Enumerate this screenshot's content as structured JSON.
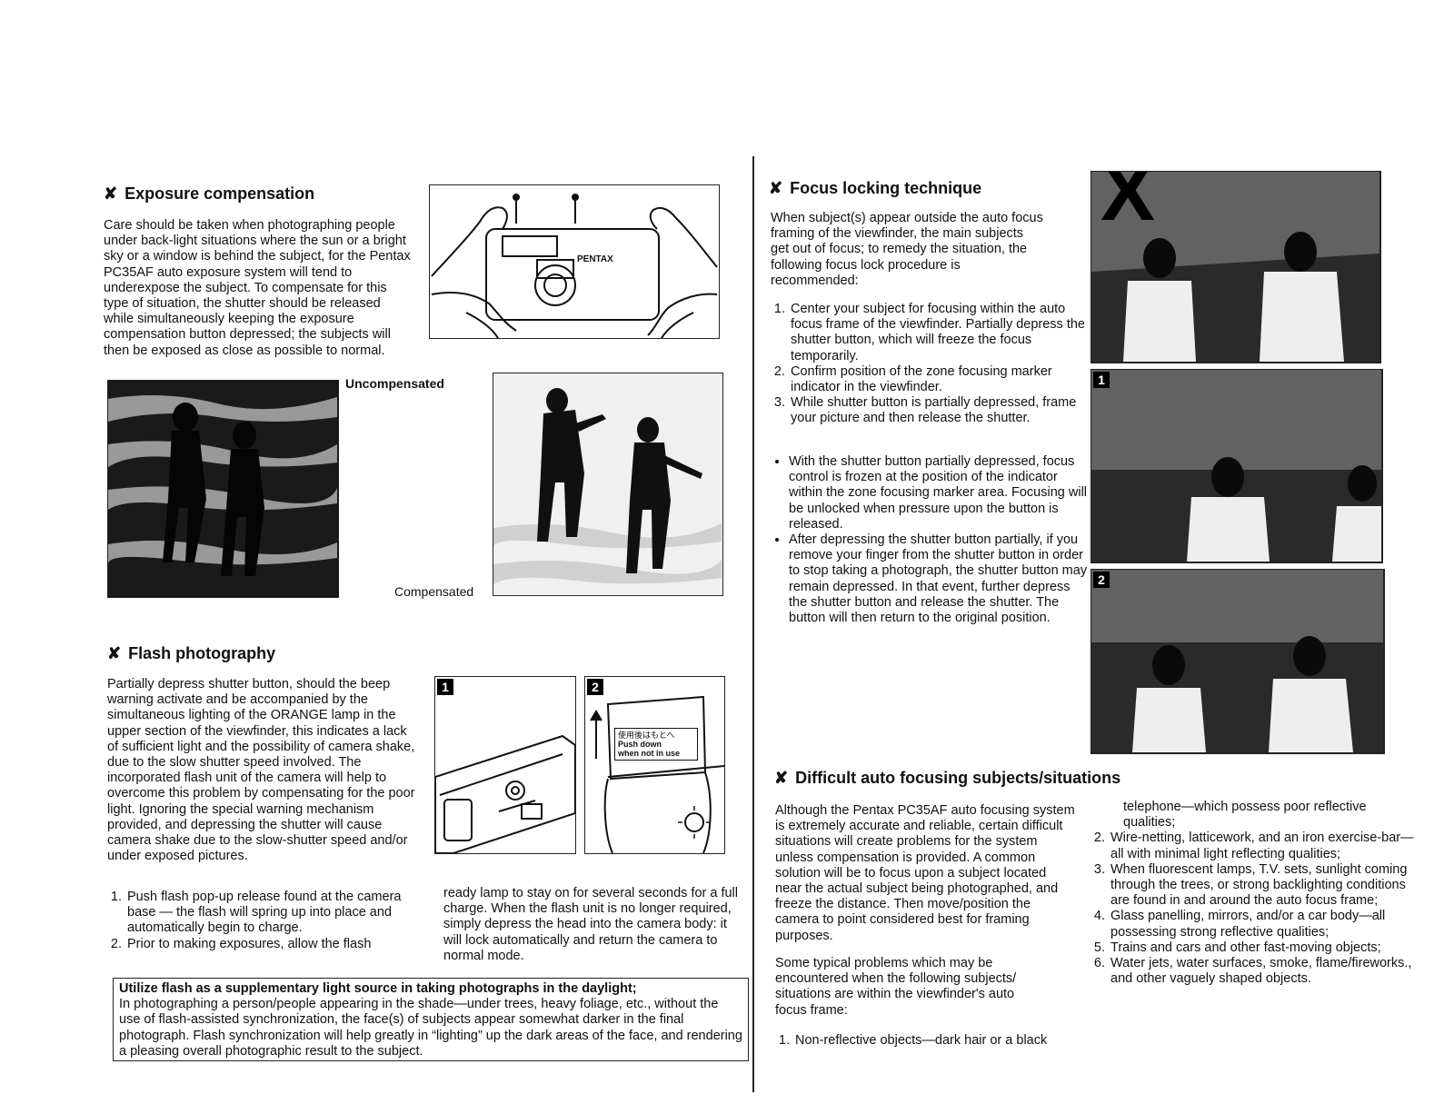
{
  "left": {
    "exposure": {
      "title": "Exposure compensation",
      "body": "Care should be taken when photographing people under back-light situations where the sun or a bright sky or a window is behind the subject, for the Pentax PC35AF auto exposure system will tend to underexpose the subject. To compensate for this type of situation, the shutter should be released while simultaneously keeping the exposure compensation button depressed; the subjects will then be exposed as close as possible to normal.",
      "label_uncompensated": "Uncompensated",
      "label_compensated": "Compensated",
      "camera_brand": "PENTAX"
    },
    "flash": {
      "title": "Flash photography",
      "body": "Partially depress shutter button, should the beep warning activate and be accompanied by the simultaneous lighting of the ORANGE lamp in the upper section of the viewfinder, this indicates a lack of sufficient light and the possibility of camera shake, due to the slow shutter speed involved. The incorporated flash unit of the camera will help to overcome this problem by compensating for the poor light. Ignoring the special warning mechanism provided, and depressing the shutter will cause camera shake due to the slow-shutter speed and/or under exposed pictures.",
      "steps_col1": [
        "Push flash pop-up release found at the camera base — the flash will spring up into place and automatically begin to charge.",
        "Prior to making exposures, allow the flash"
      ],
      "steps_col2": "ready lamp to stay on for several seconds for a full charge. When the flash unit is no longer required, simply depress the head into the camera body: it will lock automatically and return the camera to normal mode.",
      "fig_badge_1": "1",
      "fig_badge_2": "2",
      "fig2_label_jp": "使用後はもとへ",
      "fig2_label_line1": "Push down",
      "fig2_label_line2": "when not in use"
    },
    "tip": {
      "bold": "Utilize flash as a supplementary light source in taking photographs in the daylight;",
      "body": "In photographing a person/people appearing in the shade—under trees, heavy foliage, etc., without the use of flash-assisted synchronization, the face(s) of subjects appear somewhat darker in the final photograph. Flash synchronization will help greatly in “lighting” up the dark areas of the face, and rendering a pleasing overall photographic result to the subject."
    }
  },
  "right": {
    "focus_lock": {
      "title": "Focus locking technique",
      "intro": "When subject(s) appear outside the auto focus framing of the viewfinder, the main subjects get out of focus; to remedy the situation, the following focus lock procedure is recommended:",
      "steps": [
        "Center your subject for focusing within the auto focus frame of the viewfinder. Partially depress the shutter button, which will freeze the focus temporarily.",
        "Confirm position of the zone focusing marker indicator in the viewfinder.",
        "While shutter button is partially depressed, frame your picture and then release the shutter."
      ],
      "bullets": [
        "With the shutter button partially depressed, focus control is frozen at the position of the indicator within the zone focusing marker area. Focusing will be unlocked when pressure upon the button is released.",
        "After depressing the shutter button partially, if you remove your finger from the shutter button in order to stop taking a photograph, the shutter button may remain depressed. In that event, further depress the shutter button and release the shutter. The button will then return to the original position."
      ],
      "photo_mark_x": "X",
      "photo_badge_1": "1",
      "photo_badge_2": "2"
    },
    "difficult": {
      "title": "Difficult auto focusing subjects/situations",
      "para1": "Although the Pentax PC35AF auto focusing system is extremely accurate and reliable, certain difficult situations will create problems for the system unless compensation is provided. A common solution will be to focus upon a subject located near the actual subject being photographed, and freeze the distance. Then move/position the camera to point considered best for framing purposes.",
      "para2": "Some typical problems which may be encountered when the following subjects/ situations are within the viewfinder's auto focus frame:",
      "item1_start": "Non-reflective objects—dark hair or a black",
      "item1_cont": "telephone—which possess poor reflective qualities;",
      "items_rest": [
        "Wire-netting, latticework, and an iron exercise-bar—all with minimal light reflecting qualities;",
        "When fluorescent lamps, T.V. sets, sunlight coming through the trees, or strong backlighting conditions are found in and around the auto focus frame;",
        "Glass panelling, mirrors, and/or a car body—all possessing strong reflective qualities;",
        "Trains and cars and other fast-moving objects;",
        "Water jets, water surfaces, smoke, flame/fireworks., and other vaguely shaped objects."
      ]
    }
  },
  "colors": {
    "ink": "#111111",
    "photo_dark": "#1a1a1a",
    "photo_light": "#e8e8e8"
  },
  "icons": {
    "section_mark": "✘"
  }
}
